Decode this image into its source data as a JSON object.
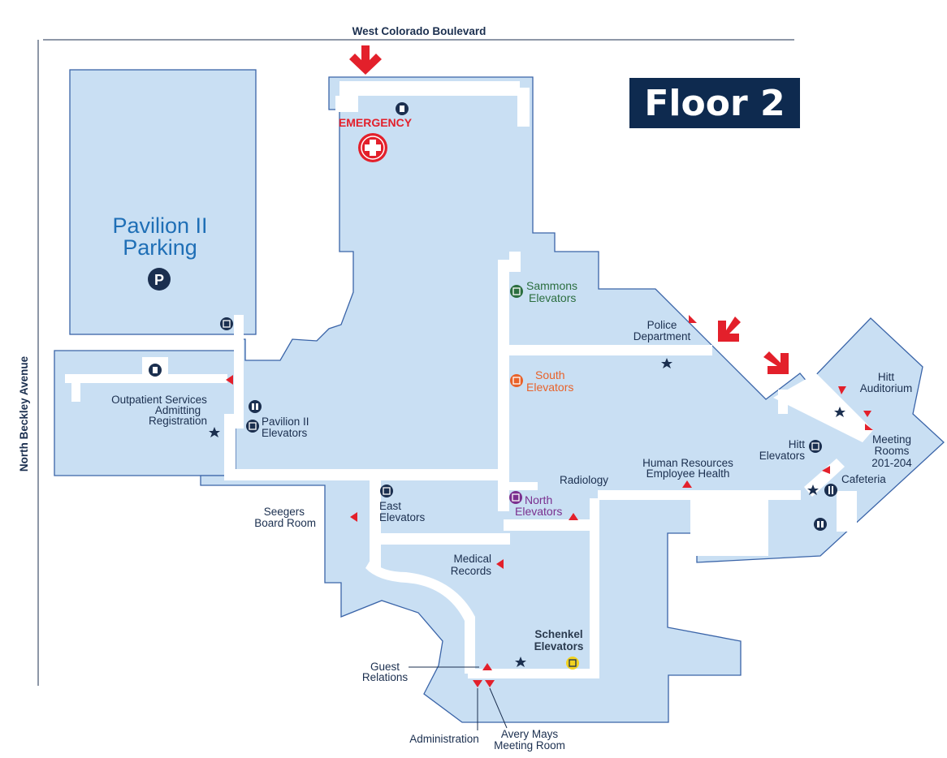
{
  "map": {
    "title": "Floor 2",
    "streets": {
      "north": "West Colorado Boulevard",
      "west": "North Beckley Avenue"
    },
    "parking": {
      "line1": "Pavilion II",
      "line2": "Parking",
      "symbol": "P"
    },
    "emergency": {
      "label": "EMERGENCY",
      "badge": "EMERGENCY"
    },
    "elevators": {
      "sammons": {
        "line1": "Sammons",
        "line2": "Elevators",
        "color": "#2b6e3f"
      },
      "south": {
        "line1": "South",
        "line2": "Elevators",
        "color": "#e8622a"
      },
      "north": {
        "line1": "North",
        "line2": "Elevators",
        "color": "#7a2f8e"
      },
      "east": {
        "line1": "East",
        "line2": "Elevators"
      },
      "pavilion": {
        "line1": "Pavilion II",
        "line2": "Elevators"
      },
      "hitt": {
        "line1": "Hitt",
        "line2": "Elevators"
      },
      "schenkel": {
        "line1": "Schenkel",
        "line2": "Elevators"
      }
    },
    "places": {
      "outpatient": {
        "line1": "Outpatient Services",
        "line2": "Admitting",
        "line3": "Registration"
      },
      "seegers": {
        "line1": "Seegers",
        "line2": "Board Room"
      },
      "medical_records": {
        "line1": "Medical",
        "line2": "Records"
      },
      "guest_relations": {
        "line1": "Guest",
        "line2": "Relations"
      },
      "administration": "Administration",
      "avery_mays": {
        "line1": "Avery Mays",
        "line2": "Meeting Room"
      },
      "radiology": "Radiology",
      "human_resources": {
        "line1": "Human Resources",
        "line2": "Employee Health"
      },
      "police": {
        "line1": "Police",
        "line2": "Department"
      },
      "hitt_auditorium": {
        "line1": "Hitt",
        "line2": "Auditorium"
      },
      "meeting_rooms": {
        "line1": "Meeting",
        "line2": "Rooms",
        "line3": "201-204"
      },
      "cafeteria": "Cafeteria"
    },
    "colors": {
      "building": "#c9dff3",
      "outline": "#3a64a8",
      "navy": "#1b2f4f",
      "title_bg": "#0e2a4f",
      "entrance_arrow": "#e3202b",
      "parking_text": "#1f6fb6"
    },
    "icons": [
      "entrance-arrow-icon",
      "star-icon",
      "elevator-icon",
      "restroom-icon",
      "info-icon",
      "parking-icon",
      "emergency-cross-icon",
      "destination-triangle-icon"
    ]
  }
}
